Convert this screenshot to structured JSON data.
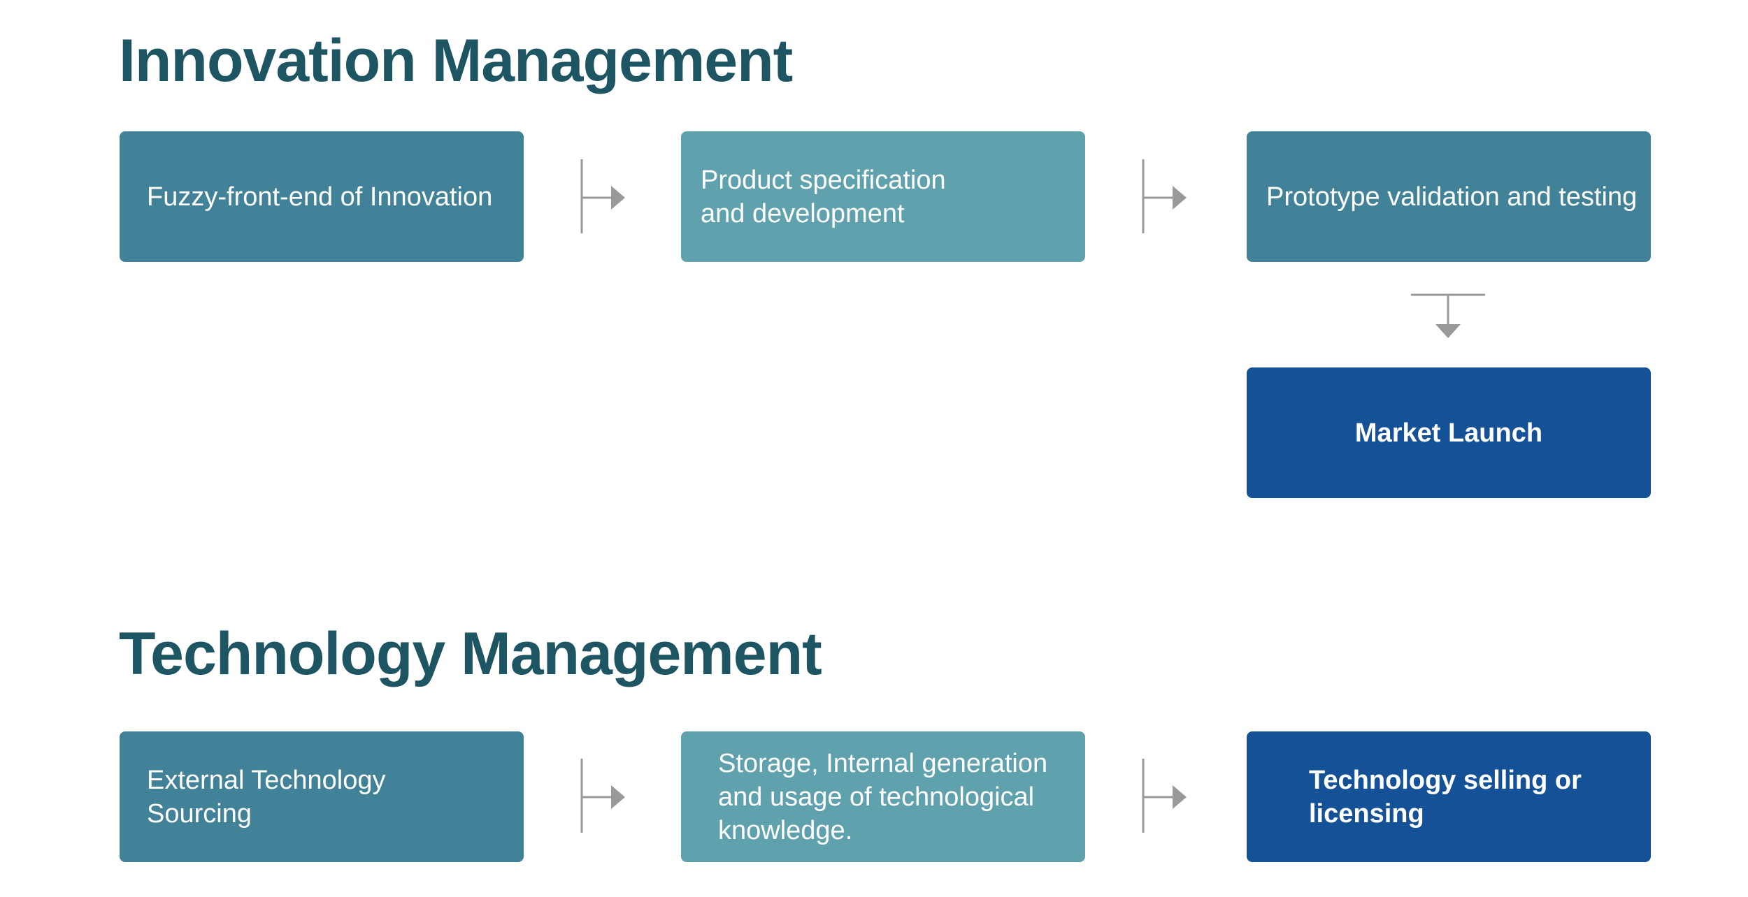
{
  "colors": {
    "title": "#1e5562",
    "box_mid": "#418298",
    "box_light": "#5fa1ac",
    "box_dark": "#155196",
    "connector": "#999999"
  },
  "innovation": {
    "title": "Innovation Management",
    "steps": [
      "Fuzzy-front-end of Innovation",
      "Product specification\nand development",
      "Prototype validation and testing",
      "Market Launch"
    ]
  },
  "technology": {
    "title": "Technology Management",
    "steps": [
      "External Technology\nSourcing",
      "Storage, Internal generation\nand usage of technological\nknowledge.",
      "Technology selling or\nlicensing"
    ]
  }
}
